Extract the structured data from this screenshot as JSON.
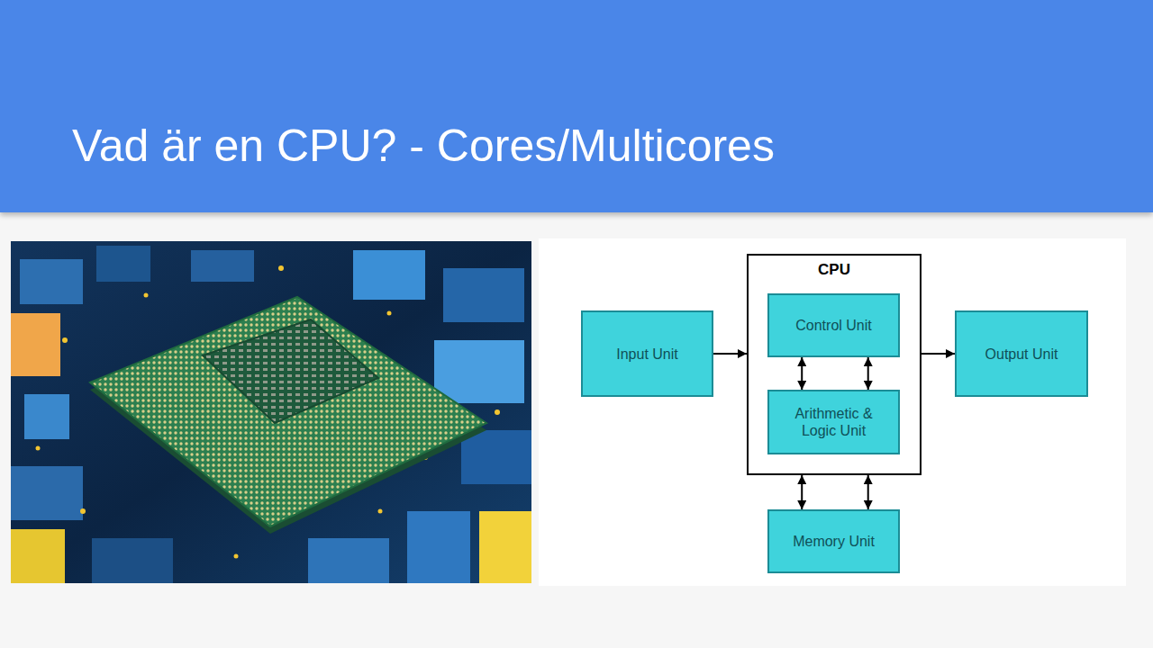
{
  "diagram": {
    "title": "Vad är en CPU? - Cores/Multicores",
    "nodes": [
      {
        "text": [
          "Input Unit"
        ]
      },
      {
        "text": [
          "CPU"
        ]
      },
      {
        "text": [
          "Control Unit"
        ],
        "in": 1
      },
      {
        "text": [
          "Arithmetic & Logic Unit"
        ],
        "in": 1
      },
      {
        "text": [
          "Output Unit"
        ]
      },
      {
        "text": [
          "Memory Unit"
        ]
      }
    ],
    "edges": [
      {
        "from": 0,
        "to": 1,
        "arrow": "to"
      },
      {
        "from": 1,
        "to": 4,
        "arrow": "to"
      },
      {
        "from": 2,
        "to": 3,
        "arrow": "both"
      },
      {
        "from": 2,
        "to": 3,
        "arrow": "both"
      },
      {
        "from": 1,
        "to": 5,
        "arrow": "both"
      },
      {
        "from": 1,
        "to": 5,
        "arrow": "both"
      }
    ]
  }
}
